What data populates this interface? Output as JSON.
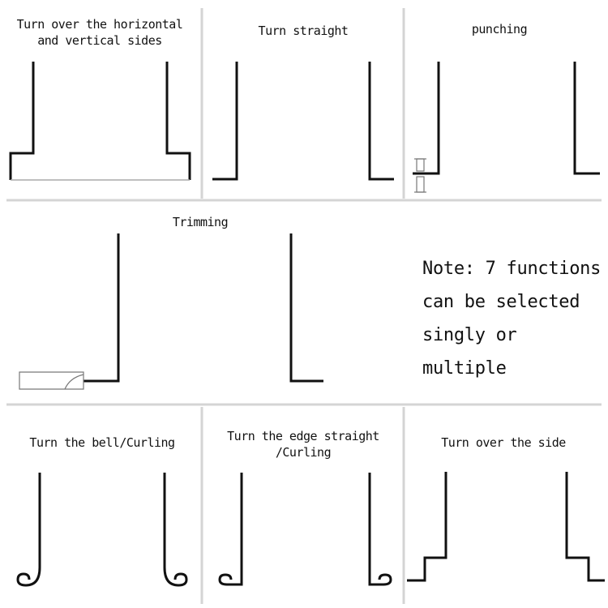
{
  "panels": {
    "turn_over_horizontal_vertical": {
      "label": "Turn over the horizontal\nand vertical sides"
    },
    "turn_straight": {
      "label": "Turn straight"
    },
    "punching": {
      "label": "punching"
    },
    "trimming": {
      "label": "Trimming"
    },
    "turn_bell_curling": {
      "label": "Turn the bell/Curling"
    },
    "turn_edge_straight_curling": {
      "label": "Turn the edge straight\n/Curling"
    },
    "turn_over_side": {
      "label": "Turn over the side"
    }
  },
  "note": {
    "text": "Note: 7 functions\ncan be selected\nsingly or multiple"
  },
  "colors": {
    "line": "#111111",
    "divider": "#d4d4d4",
    "tool": "#777777",
    "background": "#ffffff"
  }
}
